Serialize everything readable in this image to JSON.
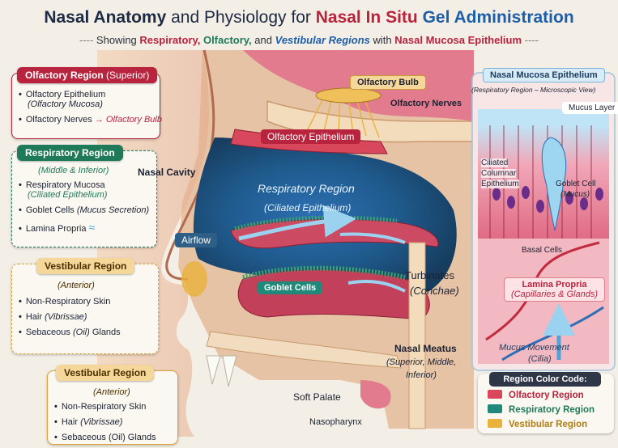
{
  "header": {
    "title_part1": "Nasal Anatomy",
    "title_part2": "and Physiology for",
    "title_part3": "Nasal In Situ",
    "title_part4": "Gel Administration",
    "subtitle_part1": "Showing",
    "subtitle_part2": "Respiratory,",
    "subtitle_part3": "Olfactory,",
    "subtitle_part4": "and",
    "subtitle_part5": "Vestibular Regions",
    "subtitle_part6": "with",
    "subtitle_part7": "Nasal Mucosa Epithelium"
  },
  "left_panels": {
    "olfactory": {
      "header": "Olfactory Region",
      "header_sub": "(Superior)",
      "item1": "Olfactory Epithelium",
      "item1_sub": "(Olfactory Mucosa)",
      "item2": "Olfactory Nerves",
      "item2_arrow": "→ Olfactory Bulb",
      "color": "#b8233d"
    },
    "respiratory": {
      "header": "Respiratory Region",
      "sub": "(Middle & Inferior)",
      "item1": "Respiratory Mucosa",
      "item1_sub": "(Ciliated Epithelium)",
      "item2": "Goblet Cells",
      "item2_sub": "(Mucus Secretion)",
      "item3": "Lamina Propria",
      "color": "#1f7a5a"
    },
    "vestibular_1": {
      "header": "Vestibular Region",
      "sub": "(Anterior)",
      "item1": "Non-Respiratory Skin",
      "item2": "Hair",
      "item2_sub": "(Vibrissae)",
      "item3": "Sebaceous",
      "item3_sub": "(Oil)",
      "item3_end": "Glands",
      "color": "#e0a33a"
    },
    "vestibular_2": {
      "header": "Vestibular Region",
      "sub": "(Anterior)",
      "item1": "Non-Respiratory Skin",
      "item2": "Hair",
      "item2_sub": "(Vibrissae)",
      "item3": "Sebaceous (Oil) Glands"
    }
  },
  "anatomy_labels": {
    "olfactory_bulb": "Olfactory Bulb",
    "olfactory_nerves": "Olfactory Nerves",
    "olfactory_epithelium": "Olfactory Epithelium",
    "nasal_cavity": "Nasal Cavity",
    "respiratory_region": "Respiratory Region",
    "ciliated_epithelium": "(Ciliated Epithelium)",
    "airflow": "Airflow",
    "goblet_cells": "Goblet Cells",
    "turbinates": "Turbinates",
    "conchae": "(Conchae)",
    "nasal_meatus": "Nasal Meatus",
    "meatus_sub1": "(Superior, Middle,",
    "meatus_sub2": "Inferior)",
    "soft_palate": "Soft Palate",
    "nasopharynx": "Nasopharynx"
  },
  "epithelium_panel": {
    "header": "Nasal Mucosa Epithelium",
    "sub": "(Respiratory Region – Microscopic View)",
    "mucus_layer": "Mucus Layer",
    "ciliated_1": "Ciliated",
    "ciliated_2": "Columnar",
    "ciliated_3": "Epithelium",
    "goblet_1": "Goblet Cell",
    "goblet_2": "(Mucus)",
    "basal_cells": "Basal Cells",
    "lamina_1": "Lamina Propria",
    "lamina_2": "(Capillaries & Glands)",
    "mucus_movement_1": "Mucus Movement",
    "mucus_movement_2": "(Cilia)"
  },
  "legend": {
    "title": "Region Color Code:",
    "items": [
      {
        "label": "Olfactory Region",
        "color": "#d9475c"
      },
      {
        "label": "Respiratory Region",
        "color": "#1f8a7a"
      },
      {
        "label": "Vestibular Region",
        "color": "#e8b23c"
      }
    ]
  }
}
